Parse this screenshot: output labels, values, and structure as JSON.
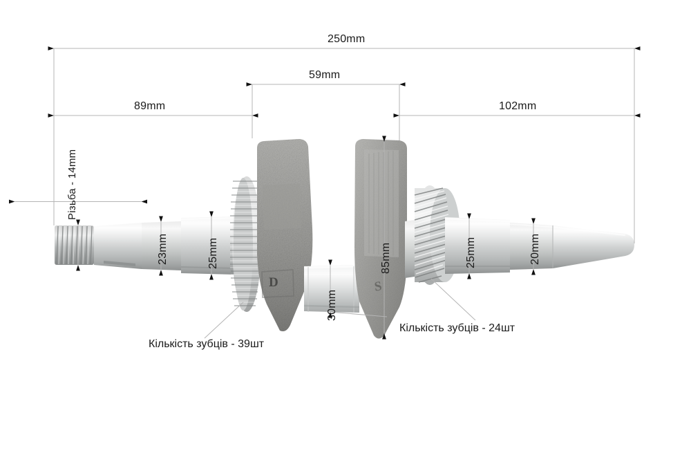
{
  "diagram": {
    "title": "Crankshaft technical dimension diagram",
    "background_color": "#ffffff",
    "line_color": "#b4b4b4",
    "arrow_color": "#111111",
    "text_color": "#1a1a1a",
    "part_marks": [
      {
        "name": "counterweight-mark-d",
        "text": "D"
      },
      {
        "name": "counterweight-mark-s",
        "text": "S"
      }
    ]
  },
  "dimensions": {
    "overall_length": "250mm",
    "left_section": "89mm",
    "center_section": "59mm",
    "right_section": "102mm",
    "thread": "Різьба - 14mm",
    "journal_left_small": "23mm",
    "journal_left_main": "25mm",
    "crank_pin": "30mm",
    "counterweight_height": "85mm",
    "journal_right_main": "25mm",
    "journal_right_end": "20mm"
  },
  "callouts": {
    "ring_gear_teeth": "Кількість зубців - 39шт",
    "drive_gear_teeth": "Кількість зубців - 24шт"
  }
}
